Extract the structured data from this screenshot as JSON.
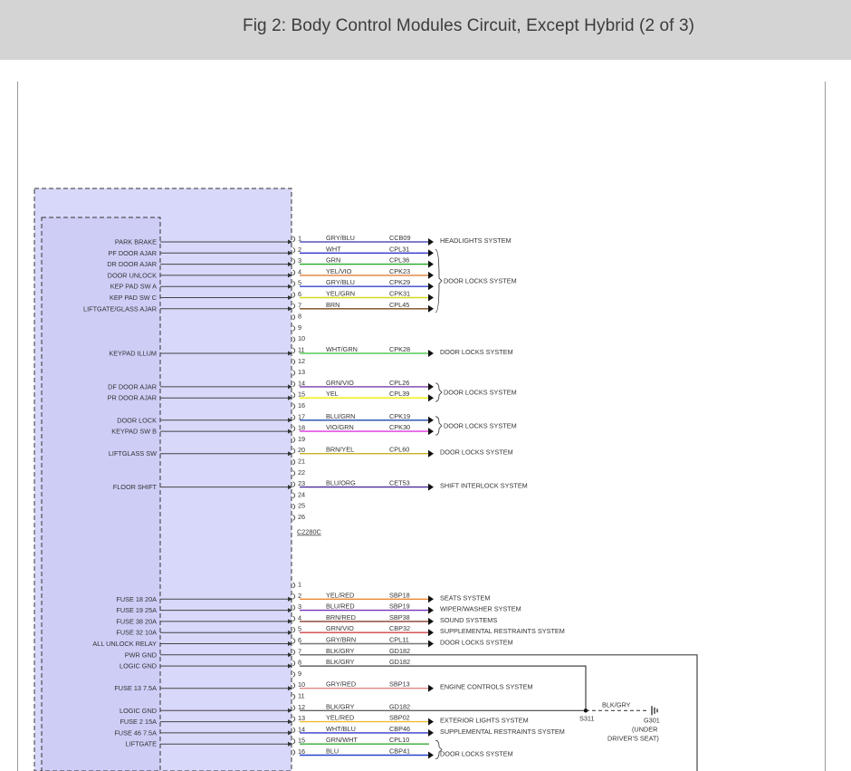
{
  "header": {
    "title": "Fig 2: Body Control Modules Circuit, Except Hybrid (2 of 3)"
  },
  "colors": {
    "header_bg": "#d4d4d4",
    "module_fill": "#d8d8fb",
    "module_inner_fill": "#cdcdf6"
  },
  "connector_a": {
    "label": "C2280C",
    "pins": [
      {
        "pin": "1",
        "input": "PARK BRAKE",
        "color_code": "GRY/BLU",
        "circuit": "CCB09",
        "system": "HEADLIGHTS SYSTEM",
        "wire": "#5555bb"
      },
      {
        "pin": "2",
        "input": "PF DOOR AJAR",
        "color_code": "WHT",
        "circuit": "CPL31",
        "system": "",
        "wire": "#3333cc"
      },
      {
        "pin": "3",
        "input": "DR DOOR AJAR",
        "color_code": "GRN",
        "circuit": "CPL36",
        "system": "",
        "wire": "#22aa22"
      },
      {
        "pin": "4",
        "input": "DOOR UNLOCK",
        "color_code": "YEL/VIO",
        "circuit": "CPK23",
        "system": "",
        "wire": "#e0803a"
      },
      {
        "pin": "5",
        "input": "KEP PAD SW A",
        "color_code": "GRY/BLU",
        "circuit": "CPK29",
        "system": "",
        "wire": "#3344cc"
      },
      {
        "pin": "6",
        "input": "KEP PAD SW C",
        "color_code": "YEL/GRN",
        "circuit": "CPK31",
        "system": "",
        "wire": "#d8d820"
      },
      {
        "pin": "7",
        "input": "LIFTGATE/GLASS AJAR",
        "color_code": "BRN",
        "circuit": "CPL45",
        "system": "",
        "wire": "#7a4a1a"
      },
      {
        "pin": "8",
        "input": "",
        "color_code": "",
        "circuit": "",
        "system": "",
        "wire": ""
      },
      {
        "pin": "9",
        "input": "",
        "color_code": "",
        "circuit": "",
        "system": "",
        "wire": ""
      },
      {
        "pin": "10",
        "input": "",
        "color_code": "",
        "circuit": "",
        "system": "",
        "wire": ""
      },
      {
        "pin": "11",
        "input": "KEYPAD ILLUM",
        "color_code": "WHT/GRN",
        "circuit": "CPK28",
        "system": "DOOR LOCKS SYSTEM",
        "wire": "#55cc55"
      },
      {
        "pin": "12",
        "input": "",
        "color_code": "",
        "circuit": "",
        "system": "",
        "wire": ""
      },
      {
        "pin": "13",
        "input": "",
        "color_code": "",
        "circuit": "",
        "system": "",
        "wire": ""
      },
      {
        "pin": "14",
        "input": "DF DOOR AJAR",
        "color_code": "GRN/VIO",
        "circuit": "CPL26",
        "system": "",
        "wire": "#7a3aaa"
      },
      {
        "pin": "15",
        "input": "PR DOOR AJAR",
        "color_code": "YEL",
        "circuit": "CPL39",
        "system": "",
        "wire": "#eeee00"
      },
      {
        "pin": "16",
        "input": "",
        "color_code": "",
        "circuit": "",
        "system": "",
        "wire": ""
      },
      {
        "pin": "17",
        "input": "DOOR LOCK",
        "color_code": "BLU/GRN",
        "circuit": "CPK19",
        "system": "",
        "wire": "#1a4aaa"
      },
      {
        "pin": "18",
        "input": "KEYPAD SW B",
        "color_code": "VIO/GRN",
        "circuit": "CPK30",
        "system": "",
        "wire": "#dd33dd"
      },
      {
        "pin": "19",
        "input": "",
        "color_code": "",
        "circuit": "",
        "system": "",
        "wire": ""
      },
      {
        "pin": "20",
        "input": "LIFTGLASS SW",
        "color_code": "BRN/YEL",
        "circuit": "CPL60",
        "system": "DOOR LOCKS SYSTEM",
        "wire": "#c8b020"
      },
      {
        "pin": "21",
        "input": "",
        "color_code": "",
        "circuit": "",
        "system": "",
        "wire": ""
      },
      {
        "pin": "22",
        "input": "",
        "color_code": "",
        "circuit": "",
        "system": "",
        "wire": ""
      },
      {
        "pin": "23",
        "input": "FLOOR SHIFT",
        "color_code": "BLU/ORG",
        "circuit": "CET53",
        "system": "SHIFT INTERLOCK SYSTEM",
        "wire": "#4a2a9a"
      },
      {
        "pin": "24",
        "input": "",
        "color_code": "",
        "circuit": "",
        "system": "",
        "wire": ""
      },
      {
        "pin": "25",
        "input": "",
        "color_code": "",
        "circuit": "",
        "system": "",
        "wire": ""
      },
      {
        "pin": "26",
        "input": "",
        "color_code": "",
        "circuit": "",
        "system": "",
        "wire": ""
      }
    ],
    "groups": [
      {
        "pins": [
          "2",
          "7"
        ],
        "system": "DOOR LOCKS SYSTEM"
      },
      {
        "pins": [
          "14",
          "15"
        ],
        "system": "DOOR LOCKS SYSTEM"
      },
      {
        "pins": [
          "17",
          "18"
        ],
        "system": "DOOR LOCKS SYSTEM"
      }
    ]
  },
  "connector_b": {
    "pins": [
      {
        "pin": "1",
        "input": "",
        "color_code": "",
        "circuit": "",
        "system": "",
        "wire": ""
      },
      {
        "pin": "2",
        "input": "FUSE 18 20A",
        "color_code": "YEL/RED",
        "circuit": "SBP18",
        "system": "SEATS SYSTEM",
        "wire": "#ee8833"
      },
      {
        "pin": "3",
        "input": "FUSE 19 25A",
        "color_code": "BLU/RED",
        "circuit": "SBP19",
        "system": "WIPER/WASHER SYSTEM",
        "wire": "#7733bb"
      },
      {
        "pin": "4",
        "input": "FUSE 38 20A",
        "color_code": "BRN/RED",
        "circuit": "SBP38",
        "system": "SOUND SYSTEMS",
        "wire": "#8a3a2a"
      },
      {
        "pin": "5",
        "input": "FUSE 32 10A",
        "color_code": "GRN/VIO",
        "circuit": "CBP32",
        "system": "SUPPLEMENTAL RESTRAINTS SYSTEM",
        "wire": "#cc4444"
      },
      {
        "pin": "6",
        "input": "ALL UNLOCK RELAY",
        "color_code": "GRY/BRN",
        "circuit": "CPL11",
        "system": "DOOR LOCKS SYSTEM",
        "wire": "#777777"
      },
      {
        "pin": "7",
        "input": "PWR GND",
        "color_code": "BLK/GRY",
        "circuit": "GD182",
        "system": "",
        "wire": "#444444"
      },
      {
        "pin": "8",
        "input": "LOGIC GND",
        "color_code": "BLK/GRY",
        "circuit": "GD182",
        "system": "",
        "wire": "#444444"
      },
      {
        "pin": "9",
        "input": "",
        "color_code": "",
        "circuit": "",
        "system": "",
        "wire": ""
      },
      {
        "pin": "10",
        "input": "FUSE 13 7.5A",
        "color_code": "GRY/RED",
        "circuit": "SBP13",
        "system": "ENGINE CONTROLS SYSTEM",
        "wire": "#dd8888"
      },
      {
        "pin": "11",
        "input": "",
        "color_code": "",
        "circuit": "",
        "system": "",
        "wire": ""
      },
      {
        "pin": "12",
        "input": "LOGIC GND",
        "color_code": "BLK/GRY",
        "circuit": "GD182",
        "system": "",
        "wire": "#444444"
      },
      {
        "pin": "13",
        "input": "FUSE 2 15A",
        "color_code": "YEL/RED",
        "circuit": "SBP02",
        "system": "EXTERIOR LIGHTS SYSTEM",
        "wire": "#eebb33"
      },
      {
        "pin": "14",
        "input": "FUSE 46 7.5A",
        "color_code": "WHT/BLU",
        "circuit": "CBP46",
        "system": "SUPPLEMENTAL RESTRAINTS SYSTEM",
        "wire": "#3333cc"
      },
      {
        "pin": "15",
        "input": "LIFTGATE",
        "color_code": "GRN/WHT",
        "circuit": "CPL10",
        "system": "",
        "wire": "#33aa33"
      },
      {
        "pin": "16",
        "input": "",
        "color_code": "BLU",
        "circuit": "CBP41",
        "system": "DOOR LOCKS SYSTEM",
        "wire": "#2244cc"
      }
    ],
    "splice": "S311",
    "ground_wire_color": "BLK/GRY",
    "ground": "G301",
    "ground_note_1": "(UNDER",
    "ground_note_2": "DRIVER'S SEAT)"
  }
}
